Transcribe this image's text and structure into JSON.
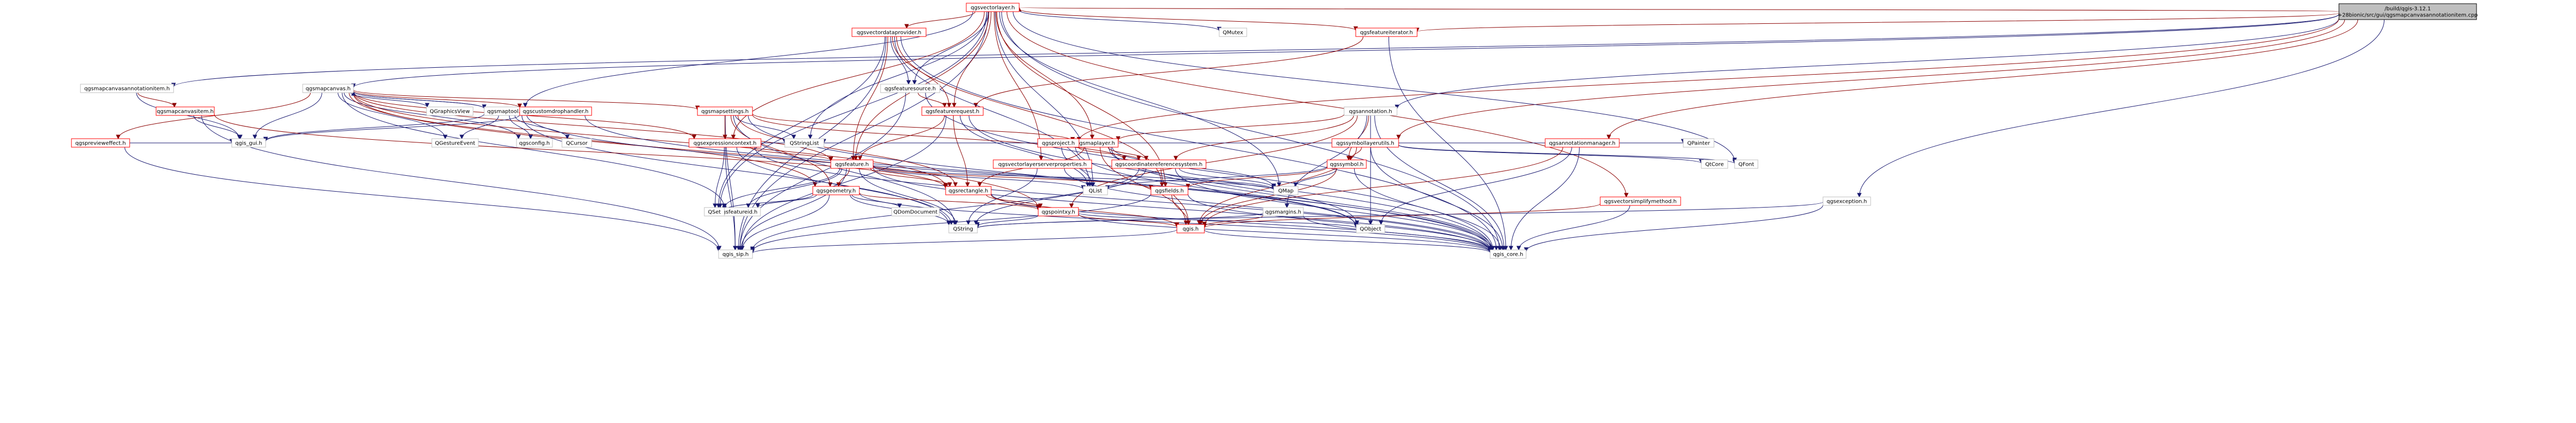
{
  "diagram": {
    "type": "include-dependency-graph",
    "colors": {
      "edge_to_project_header": "#8b0000",
      "edge_to_system_header": "#191970",
      "node_border_project": "#ff0000",
      "node_border_system": "#bfbfbf",
      "node_border_root": "#000000",
      "root_fill": "#bfbfbf",
      "node_fill": "#ffffff"
    },
    "nodes": [
      {
        "id": "root",
        "lines": [
          "/build/qgis-3.12.1",
          "+28bionic/src/gui/qgsmapcanvasannotationitem.cpp"
        ],
        "kind": "root"
      },
      {
        "id": "qgsmapcanvasannotationitem_h",
        "lines": [
          "qgsmapcanvasannotationitem.h"
        ],
        "kind": "system"
      },
      {
        "id": "qgsmapcanvas_h",
        "lines": [
          "qgsmapcanvas.h"
        ],
        "kind": "system"
      },
      {
        "id": "qgsvectorlayer_h",
        "lines": [
          "qgsvectorlayer.h"
        ],
        "kind": "project"
      },
      {
        "id": "qgsfeatureiterator_h",
        "lines": [
          "qgsfeatureiterator.h"
        ],
        "kind": "project"
      },
      {
        "id": "qgsannotation_h",
        "lines": [
          "qgsannotation.h"
        ],
        "kind": "system"
      },
      {
        "id": "qgssymbollayerutils_h",
        "lines": [
          "qgssymbollayerutils.h"
        ],
        "kind": "project"
      },
      {
        "id": "qgsmaptool_h",
        "lines": [
          "qgsmaptool.h"
        ],
        "kind": "system"
      },
      {
        "id": "qgsvectordataprovider_h",
        "lines": [
          "qgsvectordataprovider.h"
        ],
        "kind": "project"
      },
      {
        "id": "qgsfeaturesource_h",
        "lines": [
          "qgsfeaturesource.h"
        ],
        "kind": "system"
      },
      {
        "id": "qgsfeaturerequest_h",
        "lines": [
          "qgsfeaturerequest.h"
        ],
        "kind": "project"
      },
      {
        "id": "qgsmapsettings_h",
        "lines": [
          "qgsmapsettings.h"
        ],
        "kind": "project"
      },
      {
        "id": "qgsmaplayer_h",
        "lines": [
          "qgsmaplayer.h"
        ],
        "kind": "project"
      },
      {
        "id": "qgsproject_h",
        "lines": [
          "qgsproject.h"
        ],
        "kind": "project"
      },
      {
        "id": "qgsexpressioncontext_h",
        "lines": [
          "qgsexpressioncontext.h"
        ],
        "kind": "project"
      },
      {
        "id": "qgsfeature_h",
        "lines": [
          "qgsfeature.h"
        ],
        "kind": "project"
      },
      {
        "id": "qgscoordinatereferencesystem_h",
        "lines": [
          "qgscoordinatereferencesystem.h"
        ],
        "kind": "project"
      },
      {
        "id": "qgsvectorlayerserverproperties_h",
        "lines": [
          "qgsvectorlayerserverproperties.h"
        ],
        "kind": "project"
      },
      {
        "id": "qgssymbol_h",
        "lines": [
          "qgssymbol.h"
        ],
        "kind": "project"
      },
      {
        "id": "qgsgeometry_h",
        "lines": [
          "qgsgeometry.h"
        ],
        "kind": "project"
      },
      {
        "id": "qgsrectangle_h",
        "lines": [
          "qgsrectangle.h"
        ],
        "kind": "project"
      },
      {
        "id": "qgsfields_h",
        "lines": [
          "qgsfields.h"
        ],
        "kind": "project"
      },
      {
        "id": "qgsfeatureid_h",
        "lines": [
          "qgsfeatureid.h"
        ],
        "kind": "system"
      },
      {
        "id": "qgspointxy_h",
        "lines": [
          "qgspointxy.h"
        ],
        "kind": "project"
      },
      {
        "id": "qgsmargins_h",
        "lines": [
          "qgsmargins.h"
        ],
        "kind": "system"
      },
      {
        "id": "qgsannotationmanager_h",
        "lines": [
          "qgsannotationmanager.h"
        ],
        "kind": "project"
      },
      {
        "id": "qgsvectorsimplifymethod_h",
        "lines": [
          "qgsvectorsimplifymethod.h"
        ],
        "kind": "project"
      },
      {
        "id": "qgsexception_h",
        "lines": [
          "qgsexception.h"
        ],
        "kind": "system"
      },
      {
        "id": "qgis_h",
        "lines": [
          "qgis.h"
        ],
        "kind": "project"
      },
      {
        "id": "qgspreviewеffect_h",
        "lines": [
          "qgspreviewеffect.h"
        ],
        "kind": "project"
      },
      {
        "id": "qgsmapcanvasitem_h",
        "lines": [
          "qgsmapcanvasitem.h"
        ],
        "kind": "project"
      },
      {
        "id": "qgscustomdrophandler_h",
        "lines": [
          "qgscustomdrophandler.h"
        ],
        "kind": "project"
      },
      {
        "id": "qgsconfig_h",
        "lines": [
          "qgsconfig.h"
        ],
        "kind": "system"
      },
      {
        "id": "qgis_gui_h",
        "lines": [
          "qgis_gui.h"
        ],
        "kind": "system"
      },
      {
        "id": "qgis_sip_h",
        "lines": [
          "qgis_sip.h"
        ],
        "kind": "system"
      },
      {
        "id": "qgis_core_h",
        "lines": [
          "qgis_core.h"
        ],
        "kind": "system"
      },
      {
        "id": "QGraphicsView",
        "lines": [
          "QGraphicsView"
        ],
        "kind": "system"
      },
      {
        "id": "QGestureEvent",
        "lines": [
          "QGestureEvent"
        ],
        "kind": "system"
      },
      {
        "id": "QCursor",
        "lines": [
          "QCursor"
        ],
        "kind": "system"
      },
      {
        "id": "QMutex",
        "lines": [
          "QMutex"
        ],
        "kind": "system"
      },
      {
        "id": "QStringList",
        "lines": [
          "QStringList"
        ],
        "kind": "system"
      },
      {
        "id": "QList",
        "lines": [
          "QList"
        ],
        "kind": "system"
      },
      {
        "id": "QMap",
        "lines": [
          "QMap"
        ],
        "kind": "system"
      },
      {
        "id": "QSet",
        "lines": [
          "QSet"
        ],
        "kind": "system"
      },
      {
        "id": "QString",
        "lines": [
          "QString"
        ],
        "kind": "system"
      },
      {
        "id": "QObject",
        "lines": [
          "QObject"
        ],
        "kind": "system"
      },
      {
        "id": "QDomDocument",
        "lines": [
          "QDomDocument"
        ],
        "kind": "system"
      },
      {
        "id": "QPainter",
        "lines": [
          "QPainter"
        ],
        "kind": "system"
      },
      {
        "id": "QtCore",
        "lines": [
          "QtCore"
        ],
        "kind": "system"
      },
      {
        "id": "QFont",
        "lines": [
          "QFont"
        ],
        "kind": "system"
      }
    ]
  }
}
